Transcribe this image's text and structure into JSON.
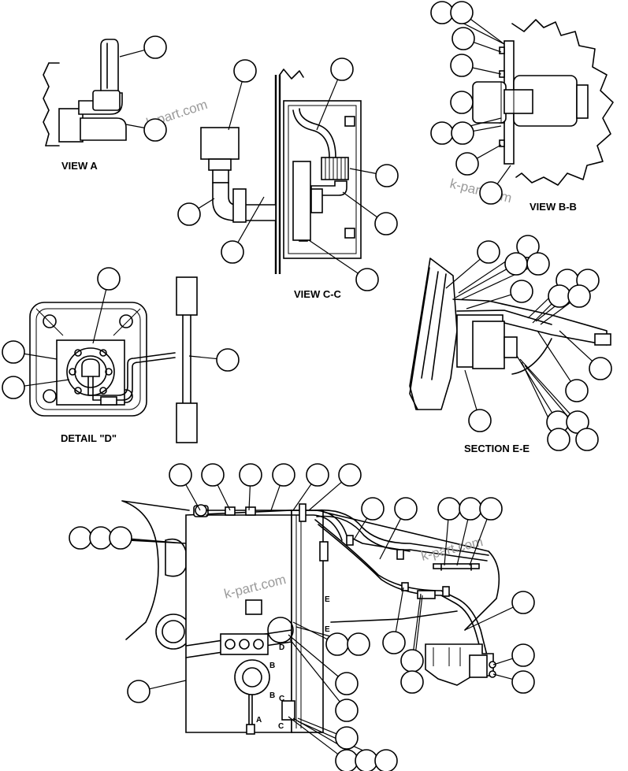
{
  "views": {
    "a": "VIEW A",
    "cc": "VIEW C-C",
    "bb": "VIEW B-B",
    "d": "DETAIL \"D\"",
    "ee": "SECTION E-E"
  },
  "markers": {
    "e_top": "E",
    "e_bottom": "E",
    "d": "D",
    "b_top": "B",
    "b_bottom": "B",
    "c_top": "C",
    "c_bottom": "C",
    "a": "A"
  },
  "watermark": "k-part.com"
}
